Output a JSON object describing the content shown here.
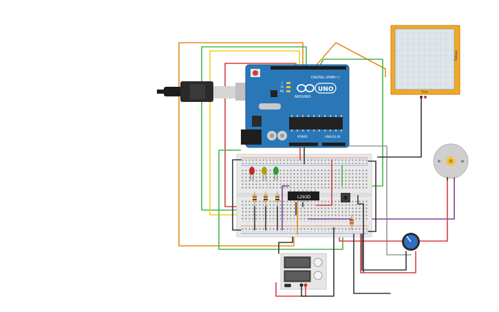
{
  "arduino": {
    "brand": "ARDUINO",
    "model": "UNO",
    "digital_label": "DIGITAL (PWM~)",
    "power_label": "POWER",
    "analog_label": "ANALOG IN",
    "tx_label": "TX",
    "rx_label": "RX",
    "l_label": "L"
  },
  "driver_ic": {
    "label": "L293D"
  },
  "oscilloscope": {
    "time_label": "Time",
    "voltage_label": "Voltage"
  },
  "colors": {
    "board": "#2a77b8",
    "breadboard": "#e9e9e9",
    "scope_frame": "#f5a623",
    "wire_orange": "#e8891c",
    "wire_green": "#43b649",
    "wire_yellow": "#f2d01d",
    "wire_red": "#d33b3b",
    "wire_black": "#333333",
    "wire_gray": "#9a9a9a",
    "wire_purple": "#7d3c98"
  }
}
